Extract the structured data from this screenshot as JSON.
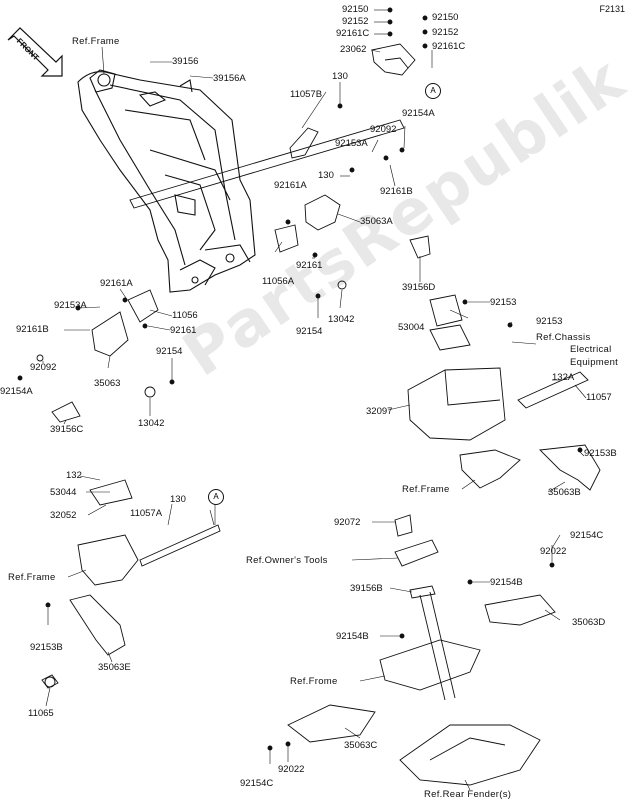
{
  "diagram_id": "F2131",
  "front_indicator": "FRONT",
  "watermark": "PartsRepublik",
  "callouts": [
    "A",
    "A"
  ],
  "labels": {
    "ref_frame_top": "Ref.Frame",
    "p39156_top": "39156",
    "p39156a": "39156A",
    "p130_a": "130",
    "p11057b": "11057B",
    "p92150_l": "92150",
    "p92152_l": "92152",
    "p92161c_l": "92161C",
    "p23062": "23062",
    "p92150_r": "92150",
    "p92152_r": "92152",
    "p92161c_r": "92161C",
    "p92154a_top": "92154A",
    "p92092_top": "92092",
    "p92153a_mid": "92153A",
    "p130_b": "130",
    "p92161b_mid": "92161B",
    "p92161a_mid": "92161A",
    "p35063a": "35063A",
    "p11056a": "11056A",
    "p92161_mid": "92161",
    "p39156d": "39156D",
    "p92154_mid": "92154",
    "p13042_mid": "13042",
    "p92161a_left": "92161A",
    "p92153a_left": "92153A",
    "p11056": "11056",
    "p92161b_left": "92161B",
    "p92161_left": "92161",
    "p92092_left": "92092",
    "p35063": "35063",
    "p92154_left": "92154",
    "p92154a_left": "92154A",
    "p13042_left": "13042",
    "p39156c": "39156C",
    "p92153_r": "92153",
    "p53004": "53004",
    "p92153_r2": "92153",
    "ref_chassis_1": "Ref.Chassis",
    "ref_chassis_2": "Electrical",
    "ref_chassis_3": "Equipment",
    "p132a": "132A",
    "p32097": "32097",
    "p11057": "11057",
    "p92153b_r": "92153B",
    "ref_frame_r": "Ref.Frame",
    "p35063b": "35063B",
    "p132": "132",
    "p53044": "53044",
    "p32052": "32052",
    "p130_c": "130",
    "p11057a": "11057A",
    "ref_frame_l": "Ref.Frame",
    "p92153b_l": "92153B",
    "p35063e": "35063E",
    "p11065": "11065",
    "p92072": "92072",
    "ref_owners": "Ref.Owner's Tools",
    "p39156b": "39156B",
    "p92154c_r": "92154C",
    "p92022_r": "92022",
    "p92154b_r": "92154B",
    "p35063d": "35063D",
    "p92154b_l": "92154B",
    "ref_frome": "Ref.Frome",
    "p92154c_b": "92154C",
    "p92022_b": "92022",
    "p35063c": "35063C",
    "ref_rear_fender": "Ref.Rear Fender(s)"
  }
}
